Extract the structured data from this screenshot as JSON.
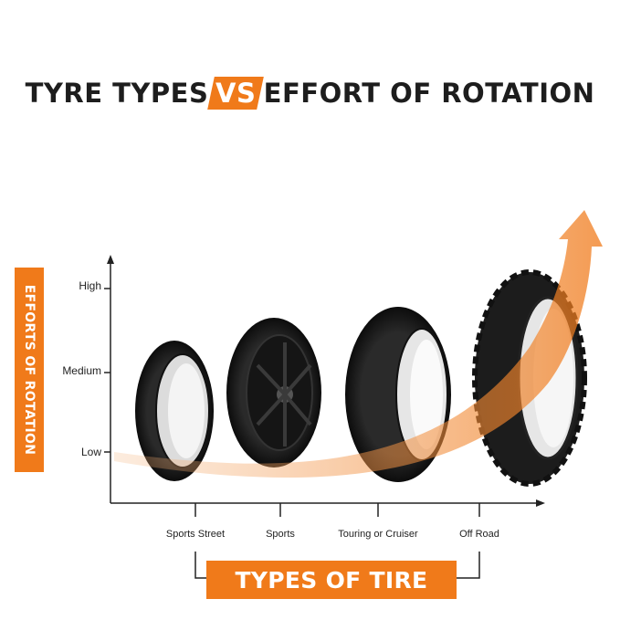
{
  "title": {
    "left": "TYRE TYPES",
    "vs": "VS",
    "right": "EFFORT OF ROTATION"
  },
  "chart_data": {
    "type": "line",
    "title": "TYRE TYPES VS EFFORT OF ROTATION",
    "xlabel": "TYPES OF TIRE",
    "ylabel": "EFFORTS OF ROTATION",
    "categories": [
      "Sports Street",
      "Sports",
      "Touring or Cruiser",
      "Off Road"
    ],
    "y_ticks": [
      "Low",
      "Medium",
      "High"
    ],
    "values": [
      0.6,
      0.85,
      1.2,
      2.2
    ],
    "ylim": [
      0,
      3
    ],
    "grid": false,
    "legend": "none",
    "colors": {
      "accent": "#f07a1a",
      "arrow": "#f5b27a",
      "axis": "#222222",
      "tyre": "#1b1b1b"
    }
  }
}
